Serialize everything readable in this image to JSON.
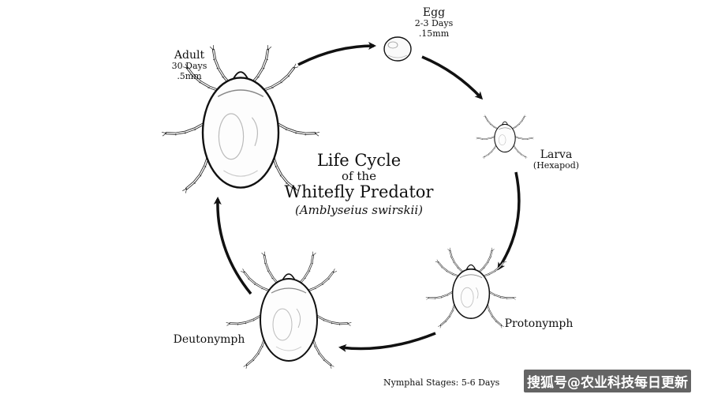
{
  "title": {
    "line1": "Life Cycle",
    "line2": "of the",
    "line3": "Whitefly Predator",
    "line4": "(Amblyseius swirskii)"
  },
  "stages": {
    "egg": {
      "name": "Egg",
      "duration": "2-3 Days",
      "size": ".15mm"
    },
    "larva": {
      "name": "Larva",
      "note": "(Hexapod)"
    },
    "protonymph": {
      "name": "Protonymph"
    },
    "deutonymph": {
      "name": "Deutonymph"
    },
    "adult": {
      "name": "Adult",
      "duration": "30 Days",
      "size": ".5mm"
    }
  },
  "nymphal_note": "Nymphal Stages: 5-6 Days",
  "watermark": "搜狐号@农业科技每日更新",
  "colors": {
    "ink": "#111111",
    "background": "#ffffff"
  }
}
